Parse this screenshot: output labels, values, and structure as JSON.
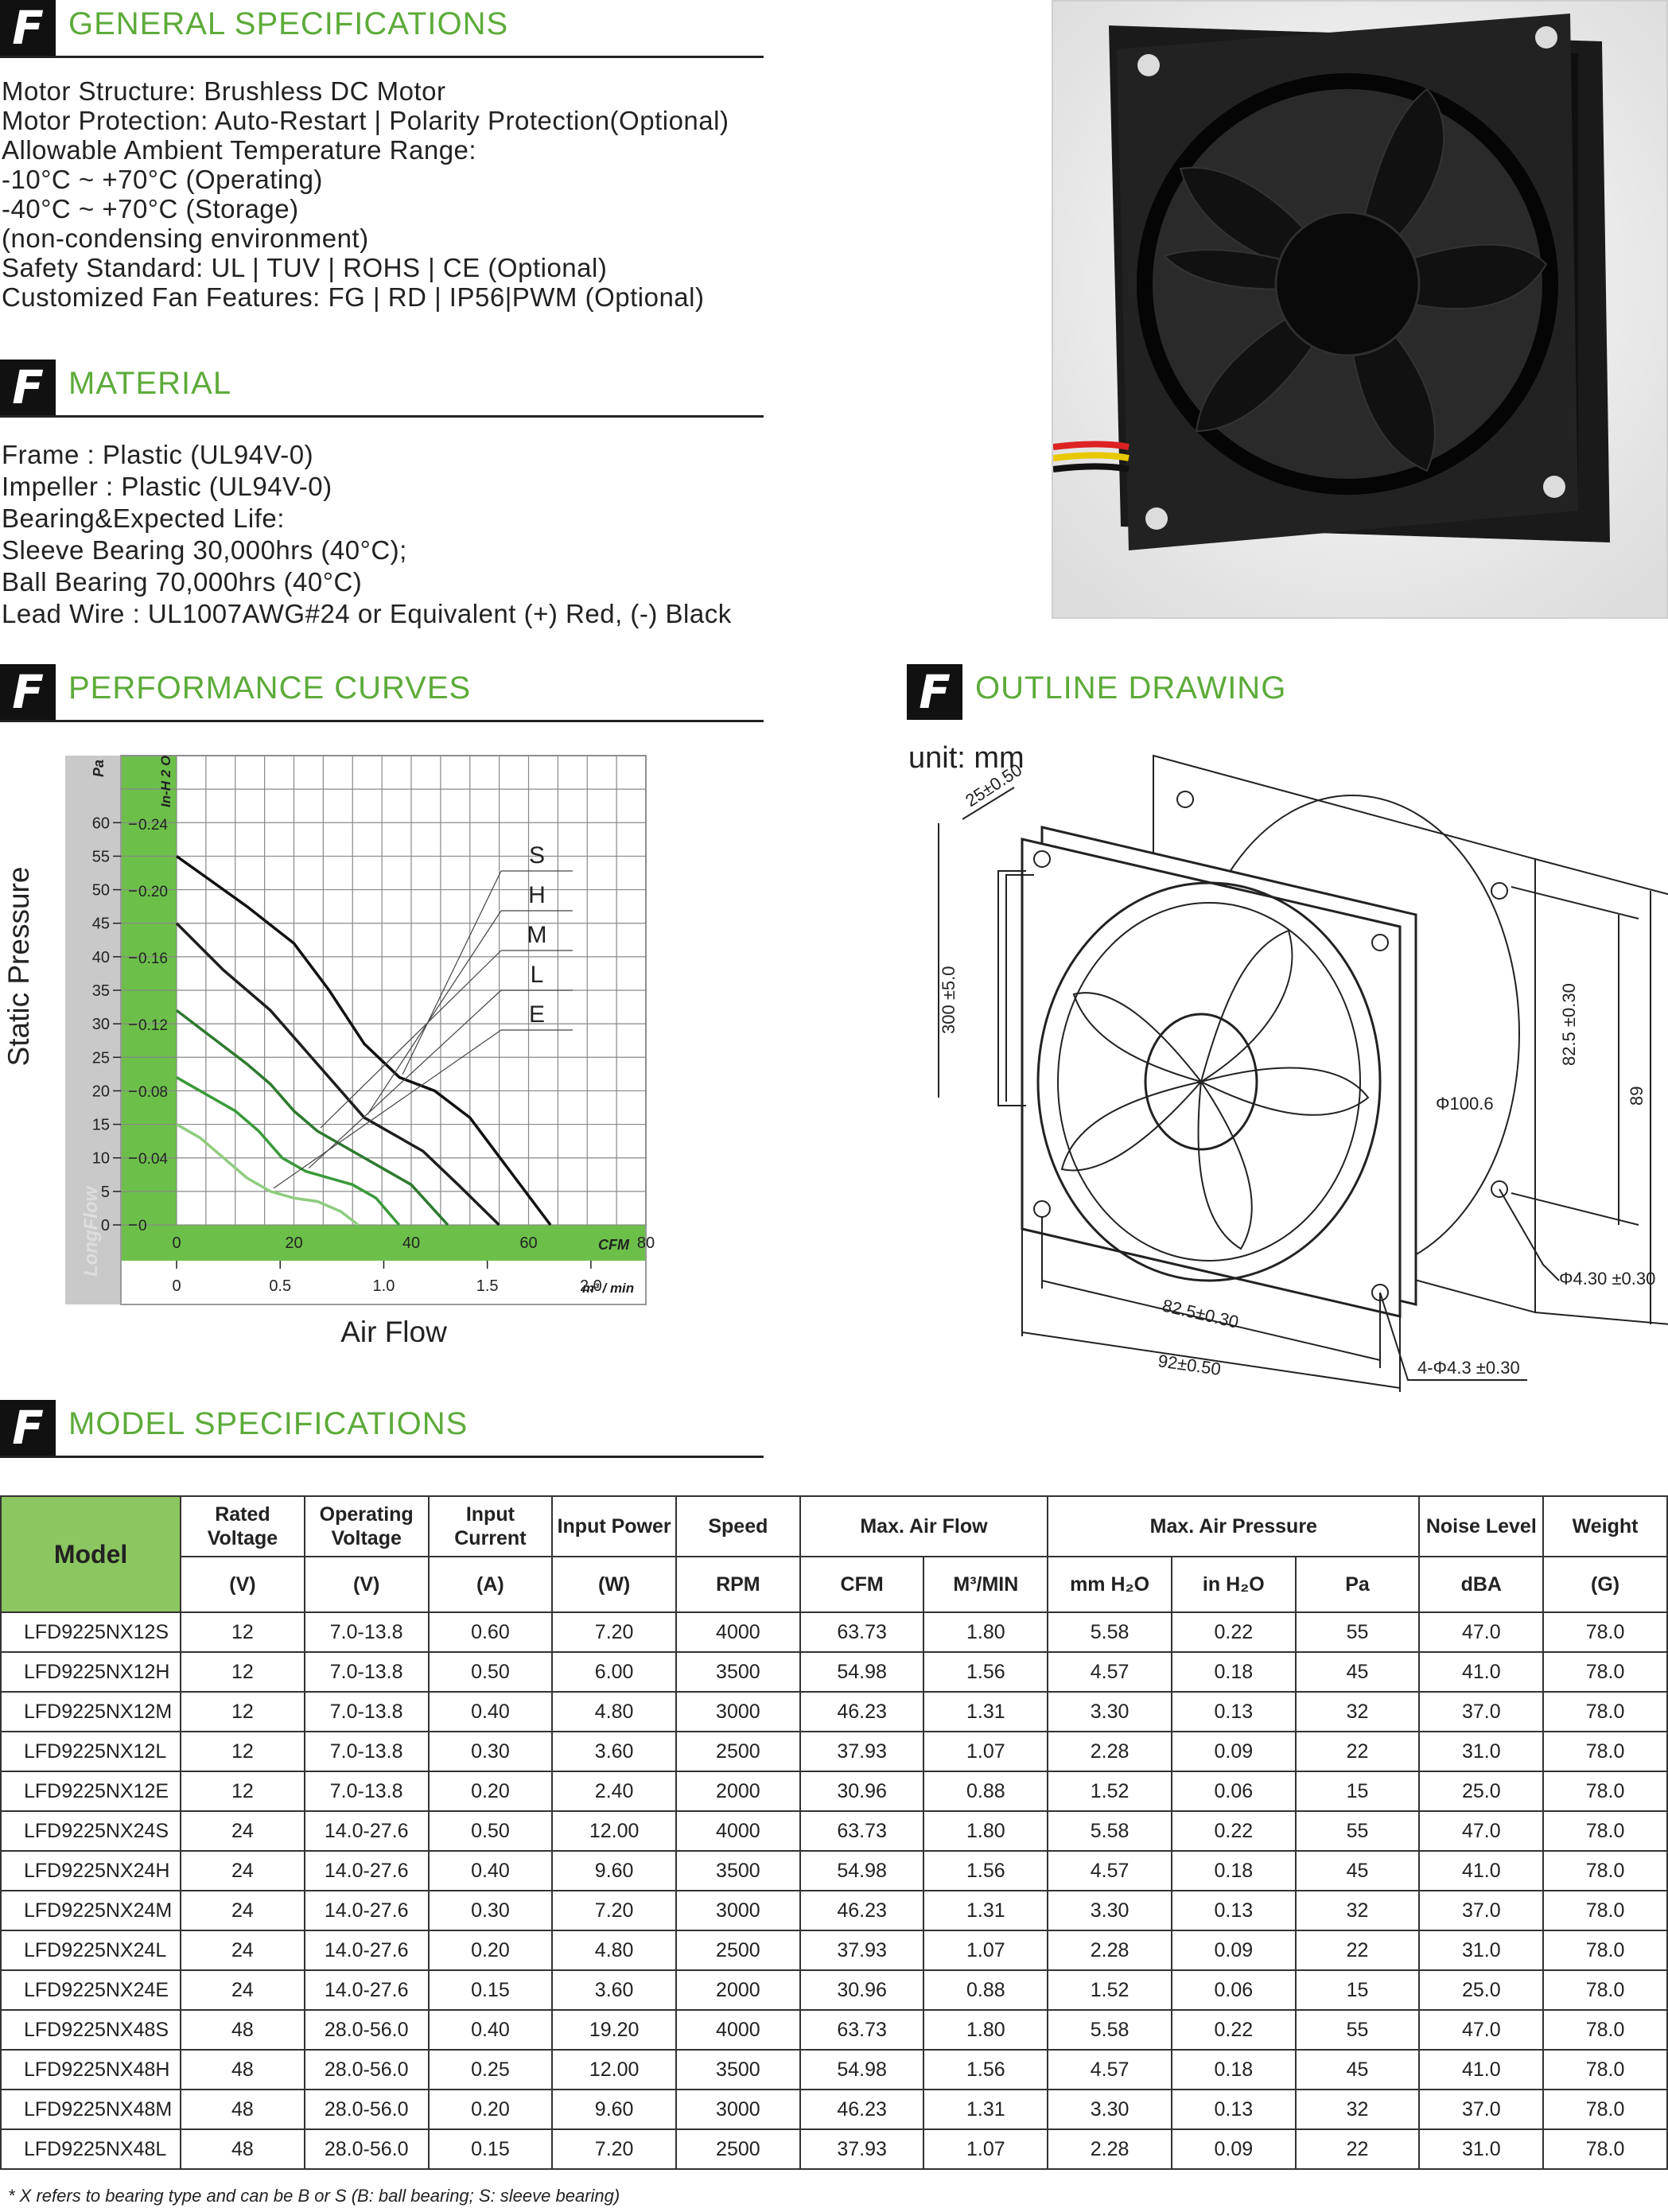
{
  "sections": {
    "general": "GENERAL SPECIFICATIONS",
    "material": "MATERIAL",
    "performance": "PERFORMANCE CURVES",
    "outline": "OUTLINE DRAWING",
    "model": "MODEL SPECIFICATIONS"
  },
  "logo_letter": "F",
  "general_specs": [
    "Motor Structure: Brushless DC Motor",
    "Motor Protection: Auto-Restart | Polarity Protection(Optional)",
    "Allowable Ambient Temperature Range:",
    "-10°C ~ +70°C (Operating)",
    "-40°C ~ +70°C (Storage)",
    "(non-condensing environment)",
    "Safety Standard: UL | TUV | ROHS | CE (Optional)",
    "Customized Fan Features: FG | RD | IP56|PWM (Optional)"
  ],
  "material": [
    "Frame : Plastic (UL94V-0)",
    "Impeller : Plastic (UL94V-0)",
    "Bearing&Expected Life:",
    "Sleeve Bearing  30,000hrs (40°C);",
    "Ball Bearing  70,000hrs (40°C)",
    "Lead Wire : UL1007AWG#24 or Equivalent (+) Red, (-) Black"
  ],
  "chart_data": {
    "type": "line",
    "ylabel": "Static Pressure",
    "xlabel": "Air Flow",
    "y_unit_pa": "Pa",
    "y_unit_inh2o": "In-H 2 O",
    "x_unit_cfm": "CFM",
    "x_unit_m3": "m³ / min",
    "watermark": "LongFlow",
    "ylim": [
      0,
      70
    ],
    "xlim": [
      0,
      80
    ],
    "grid": true,
    "y_ticks_pa": [
      "0",
      "5",
      "10",
      "15",
      "20",
      "25",
      "30",
      "35",
      "40",
      "45",
      "50",
      "55",
      "60"
    ],
    "y_ticks_inh2o": [
      "0",
      "0.04",
      "0.08",
      "0.12",
      "0.16",
      "0.20",
      "0.24"
    ],
    "x_ticks_cfm": [
      "0",
      "20",
      "40",
      "60",
      "80"
    ],
    "x_ticks_m3": [
      "0",
      "0.5",
      "1.0",
      "1.5",
      "2.0"
    ],
    "series": [
      {
        "name": "S",
        "color": "#111111",
        "x": [
          0,
          12,
          20,
          26,
          32,
          38,
          44,
          50,
          56,
          63.73
        ],
        "y": [
          55,
          47.5,
          42,
          35,
          27,
          22,
          20,
          16,
          9,
          0
        ]
      },
      {
        "name": "H",
        "color": "#1e1e1e",
        "x": [
          0,
          8,
          16,
          22,
          28,
          32,
          36,
          42,
          48,
          54.98
        ],
        "y": [
          45,
          38,
          32,
          26,
          20,
          16,
          14,
          11,
          6,
          0
        ]
      },
      {
        "name": "M",
        "color": "#2d7a2f",
        "x": [
          0,
          6,
          12,
          16,
          20,
          24,
          28,
          32,
          36,
          40,
          46.23
        ],
        "y": [
          32,
          28,
          24,
          21,
          17,
          14,
          12,
          10,
          8,
          6,
          0
        ]
      },
      {
        "name": "L",
        "color": "#3a9a3a",
        "x": [
          0,
          6,
          10,
          14,
          18,
          22,
          26,
          30,
          34,
          37.93
        ],
        "y": [
          22,
          19,
          17,
          14,
          10,
          8,
          7,
          6,
          4,
          0
        ]
      },
      {
        "name": "E",
        "color": "#8fcc80",
        "x": [
          0,
          4,
          8,
          12,
          16,
          20,
          24,
          28,
          30.96
        ],
        "y": [
          15,
          13,
          10,
          7,
          5,
          4,
          3.5,
          2,
          0
        ]
      }
    ]
  },
  "outline": {
    "unit": "unit: mm",
    "dims": {
      "depth": "25±0.50",
      "lead": "300 ±5.0",
      "hole_pitch_v": "82.5 ±0.30",
      "height": "89",
      "phi_fan": "Φ100.6",
      "phi_hole": "Φ4.30 ±0.30",
      "hole_pitch_h": "82.5±0.30",
      "width": "92±0.50",
      "holes": "4-Φ4.3 ±0.30"
    }
  },
  "table": {
    "h_model": "Model",
    "h_rated_voltage": "Rated Voltage",
    "h_operating_voltage": "Operating Voltage",
    "h_input_current": "Input Current",
    "h_input_power": "Input Power",
    "h_speed": "Speed",
    "h_max_air_flow": "Max. Air Flow",
    "h_max_air_pressure": "Max. Air Pressure",
    "h_noise": "Noise Level",
    "h_weight": "Weight",
    "u_v1": "(V)",
    "u_v2": "(V)",
    "u_a": "(A)",
    "u_w": "(W)",
    "u_rpm": "RPM",
    "u_cfm": "CFM",
    "u_m3": "M³/MIN",
    "u_mmh2o": "mm H₂O",
    "u_inh2o": "in H₂O",
    "u_pa": "Pa",
    "u_dba": "dBA",
    "u_g": "(G)",
    "rows": [
      [
        "LFD9225NX12S",
        "12",
        "7.0-13.8",
        "0.60",
        "7.20",
        "4000",
        "63.73",
        "1.80",
        "5.58",
        "0.22",
        "55",
        "47.0",
        "78.0"
      ],
      [
        "LFD9225NX12H",
        "12",
        "7.0-13.8",
        "0.50",
        "6.00",
        "3500",
        "54.98",
        "1.56",
        "4.57",
        "0.18",
        "45",
        "41.0",
        "78.0"
      ],
      [
        "LFD9225NX12M",
        "12",
        "7.0-13.8",
        "0.40",
        "4.80",
        "3000",
        "46.23",
        "1.31",
        "3.30",
        "0.13",
        "32",
        "37.0",
        "78.0"
      ],
      [
        "LFD9225NX12L",
        "12",
        "7.0-13.8",
        "0.30",
        "3.60",
        "2500",
        "37.93",
        "1.07",
        "2.28",
        "0.09",
        "22",
        "31.0",
        "78.0"
      ],
      [
        "LFD9225NX12E",
        "12",
        "7.0-13.8",
        "0.20",
        "2.40",
        "2000",
        "30.96",
        "0.88",
        "1.52",
        "0.06",
        "15",
        "25.0",
        "78.0"
      ],
      [
        "LFD9225NX24S",
        "24",
        "14.0-27.6",
        "0.50",
        "12.00",
        "4000",
        "63.73",
        "1.80",
        "5.58",
        "0.22",
        "55",
        "47.0",
        "78.0"
      ],
      [
        "LFD9225NX24H",
        "24",
        "14.0-27.6",
        "0.40",
        "9.60",
        "3500",
        "54.98",
        "1.56",
        "4.57",
        "0.18",
        "45",
        "41.0",
        "78.0"
      ],
      [
        "LFD9225NX24M",
        "24",
        "14.0-27.6",
        "0.30",
        "7.20",
        "3000",
        "46.23",
        "1.31",
        "3.30",
        "0.13",
        "32",
        "37.0",
        "78.0"
      ],
      [
        "LFD9225NX24L",
        "24",
        "14.0-27.6",
        "0.20",
        "4.80",
        "2500",
        "37.93",
        "1.07",
        "2.28",
        "0.09",
        "22",
        "31.0",
        "78.0"
      ],
      [
        "LFD9225NX24E",
        "24",
        "14.0-27.6",
        "0.15",
        "3.60",
        "2000",
        "30.96",
        "0.88",
        "1.52",
        "0.06",
        "15",
        "25.0",
        "78.0"
      ],
      [
        "LFD9225NX48S",
        "48",
        "28.0-56.0",
        "0.40",
        "19.20",
        "4000",
        "63.73",
        "1.80",
        "5.58",
        "0.22",
        "55",
        "47.0",
        "78.0"
      ],
      [
        "LFD9225NX48H",
        "48",
        "28.0-56.0",
        "0.25",
        "12.00",
        "3500",
        "54.98",
        "1.56",
        "4.57",
        "0.18",
        "45",
        "41.0",
        "78.0"
      ],
      [
        "LFD9225NX48M",
        "48",
        "28.0-56.0",
        "0.20",
        "9.60",
        "3000",
        "46.23",
        "1.31",
        "3.30",
        "0.13",
        "32",
        "37.0",
        "78.0"
      ],
      [
        "LFD9225NX48L",
        "48",
        "28.0-56.0",
        "0.15",
        "7.20",
        "2500",
        "37.93",
        "1.07",
        "2.28",
        "0.09",
        "22",
        "31.0",
        "78.0"
      ]
    ]
  },
  "footnote": "* X refers to bearing type and can be B or S (B: ball bearing; S: sleeve bearing)"
}
